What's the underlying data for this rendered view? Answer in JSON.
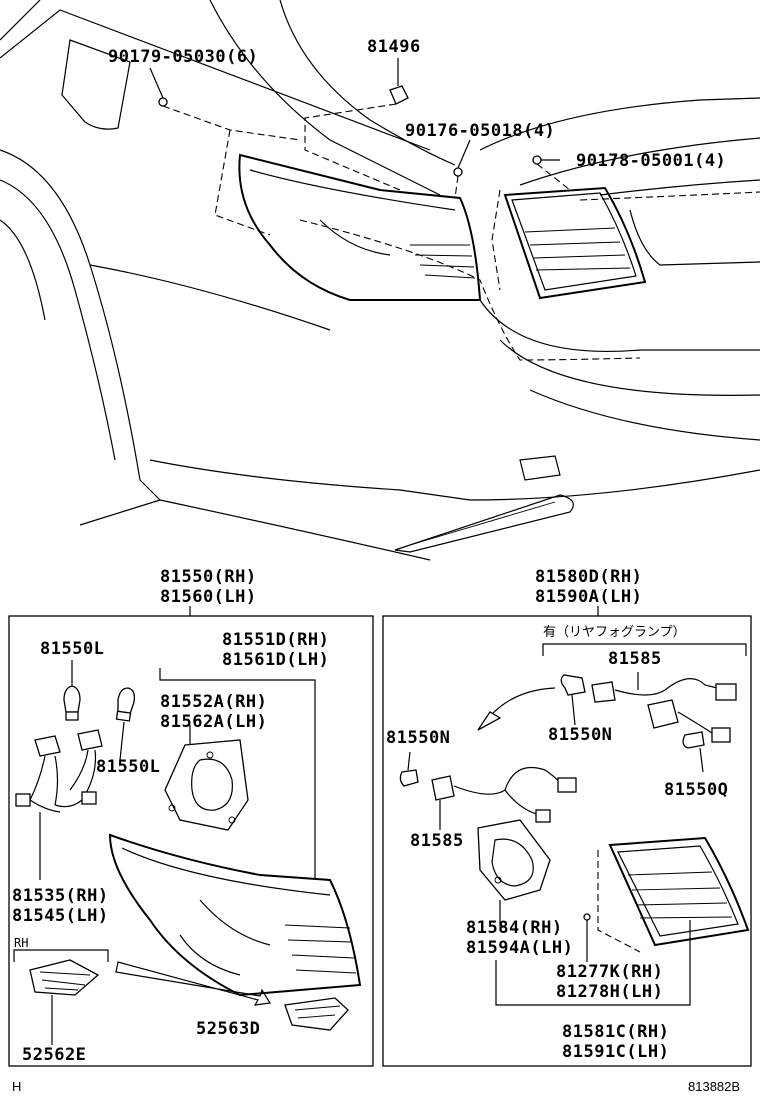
{
  "callouts": {
    "p90179": "90179-05030(6)",
    "p81496": "81496",
    "p90176": "90176-05018(4)",
    "p90178": "90178-05001(4)",
    "left_head_rh": "81550(RH)",
    "left_head_lh": "81560(LH)",
    "right_head_rh": "81580D(RH)",
    "right_head_lh": "81590A(LH)",
    "p81550L_a": "81550L",
    "p81550L_b": "81550L",
    "p81551D": "81551D(RH)",
    "p81561D": "81561D(LH)",
    "p81552A": "81552A(RH)",
    "p81562A": "81562A(LH)",
    "p81535": "81535(RH)",
    "p81545": "81545(LH)",
    "rh_tag": "RH",
    "p52562E": "52562E",
    "p52563D": "52563D",
    "jp_note": "有（リヤフォグランプ）",
    "p81585_a": "81585",
    "p81550N_a": "81550N",
    "p81550N_b": "81550N",
    "p81550Q": "81550Q",
    "p81585_b": "81585",
    "p81584": "81584(RH)",
    "p81594A": "81594A(LH)",
    "p81277K": "81277K(RH)",
    "p81278H": "81278H(LH)",
    "p81581C": "81581C(RH)",
    "p81591C": "81591C(LH)"
  },
  "footer": {
    "left_code": "H",
    "diagram_id": "813882B"
  }
}
